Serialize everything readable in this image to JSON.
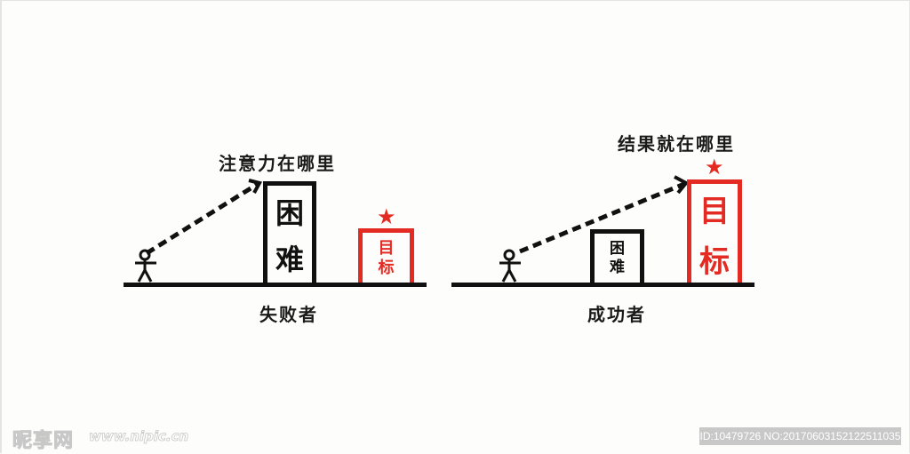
{
  "left_panel": {
    "question": "注意力在哪里",
    "obstacle_label": [
      "困",
      "难"
    ],
    "goal_label": [
      "目",
      "标"
    ],
    "caption": "失败者",
    "star_icon": "★"
  },
  "right_panel": {
    "question": "结果就在哪里",
    "obstacle_label": [
      "困",
      "难"
    ],
    "goal_label": [
      "目",
      "标"
    ],
    "caption": "成功者",
    "star_icon": "★"
  },
  "colors": {
    "ink": "#111111",
    "accent_red": "#e32b23",
    "watermark_gray": "#c8c8c8"
  },
  "watermark": {
    "logo": "昵享网",
    "url": "www.nipic.cn",
    "id_text": "ID:10479726 NO:20170603152122511035"
  }
}
